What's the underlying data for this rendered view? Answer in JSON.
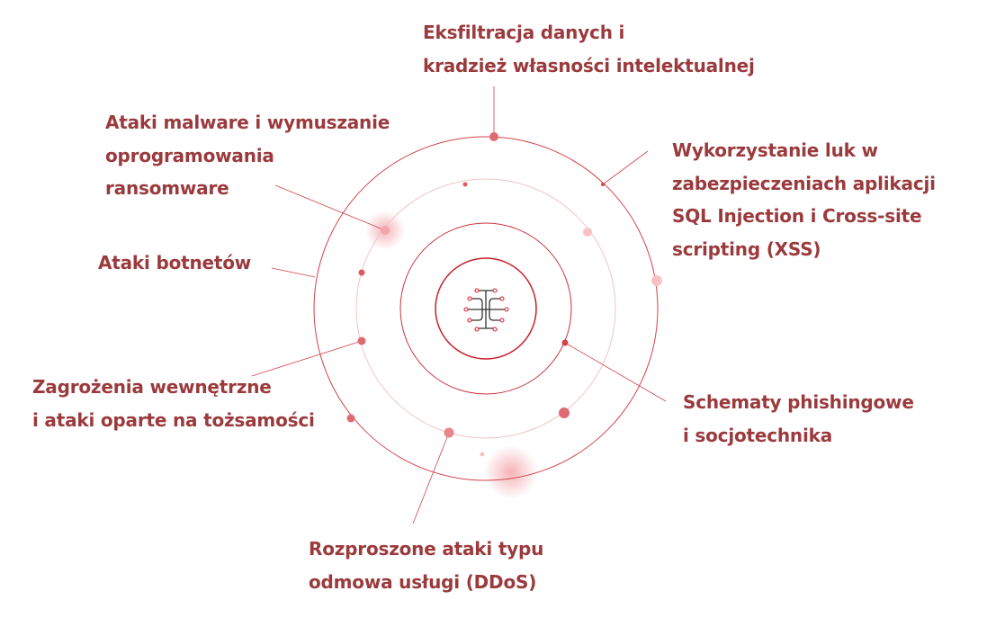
{
  "accent": "#d23a44",
  "text_color": "#9b3a3d",
  "labels": {
    "exfiltration": [
      "Eksfiltracja danych i",
      "kradzież własności intelektualnej"
    ],
    "malware": [
      "Ataki malware i wymuszanie",
      "oprogramowania",
      "ransomware"
    ],
    "botnets": [
      "Ataki botnetów"
    ],
    "insider": [
      "Zagrożenia wewnętrzne",
      "i ataki oparte na tożsamości"
    ],
    "ddos": [
      "Rozproszone ataki typu",
      "odmowa usługi (DDoS)"
    ],
    "phishing": [
      "Schematy phishingowe",
      "i socjotechnika"
    ],
    "appsec": [
      "Wykorzystanie luk w",
      "zabezpieczeniach aplikacji",
      "SQL Injection i Cross-site",
      "scripting (XSS)"
    ]
  }
}
